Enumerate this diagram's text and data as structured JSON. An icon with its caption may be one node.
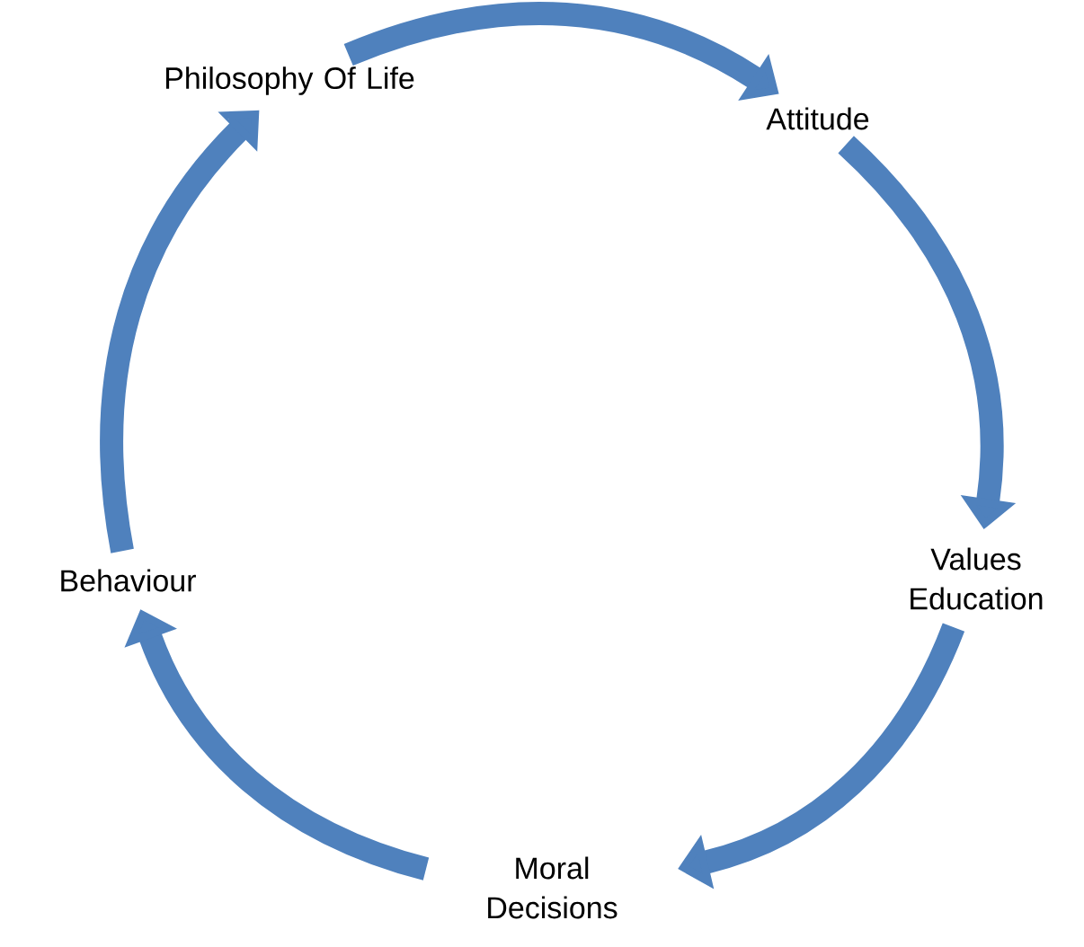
{
  "diagram": {
    "nodes": [
      {
        "text": [
          "Philosophy Of Life"
        ]
      },
      {
        "text": [
          "Attitude"
        ]
      },
      {
        "text": [
          "Values Education"
        ]
      },
      {
        "text": [
          "Moral Decisions"
        ]
      },
      {
        "text": [
          "Behaviour"
        ]
      }
    ],
    "edges": [
      {
        "from": 0,
        "to": 1,
        "arrow": "to"
      },
      {
        "from": 1,
        "to": 2,
        "arrow": "to"
      },
      {
        "from": 2,
        "to": 3,
        "arrow": "to"
      },
      {
        "from": 3,
        "to": 4,
        "arrow": "to"
      },
      {
        "from": 4,
        "to": 0,
        "arrow": "to"
      }
    ]
  }
}
